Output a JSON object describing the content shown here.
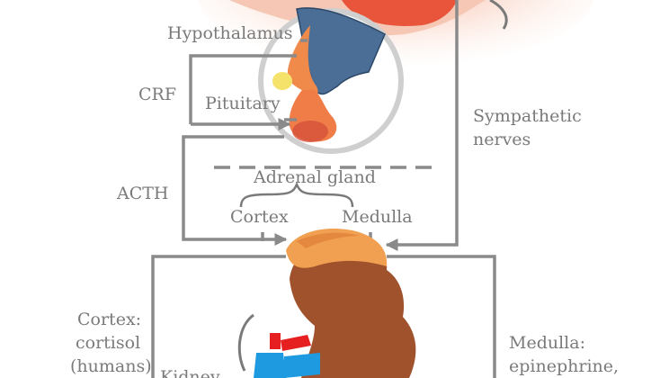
{
  "labels": {
    "hypothalamus": "Hypothalamus",
    "crf": "CRF",
    "pituitary": "Pituitary",
    "sympathetic_line1": "Sympathetic",
    "sympathetic_line2": "nerves",
    "acth": "ACTH",
    "adrenal_gland": "Adrenal gland",
    "cortex": "Cortex",
    "medulla": "Medulla",
    "cortex_output_line1": "Cortex:",
    "cortex_output_line2": "cortisol",
    "cortex_output_line3": "(humans)",
    "kidney": "Kidney",
    "medulla_output_line1": "Medulla:",
    "medulla_output_line2": "epinephrine,"
  },
  "colors": {
    "line_gray": "#8a8a8a",
    "label_gray": "#7a7a7a",
    "brain_red": "#e8553a",
    "pituitary_blue": "#4a6e96",
    "pituitary_orange": "#f08a4a",
    "pituitary_yellow": "#f4e26a",
    "kidney_brown": "#a0522d",
    "adrenal_orange": "#f0a050",
    "vessel_red": "#e62020",
    "vessel_blue": "#1e9be0"
  }
}
